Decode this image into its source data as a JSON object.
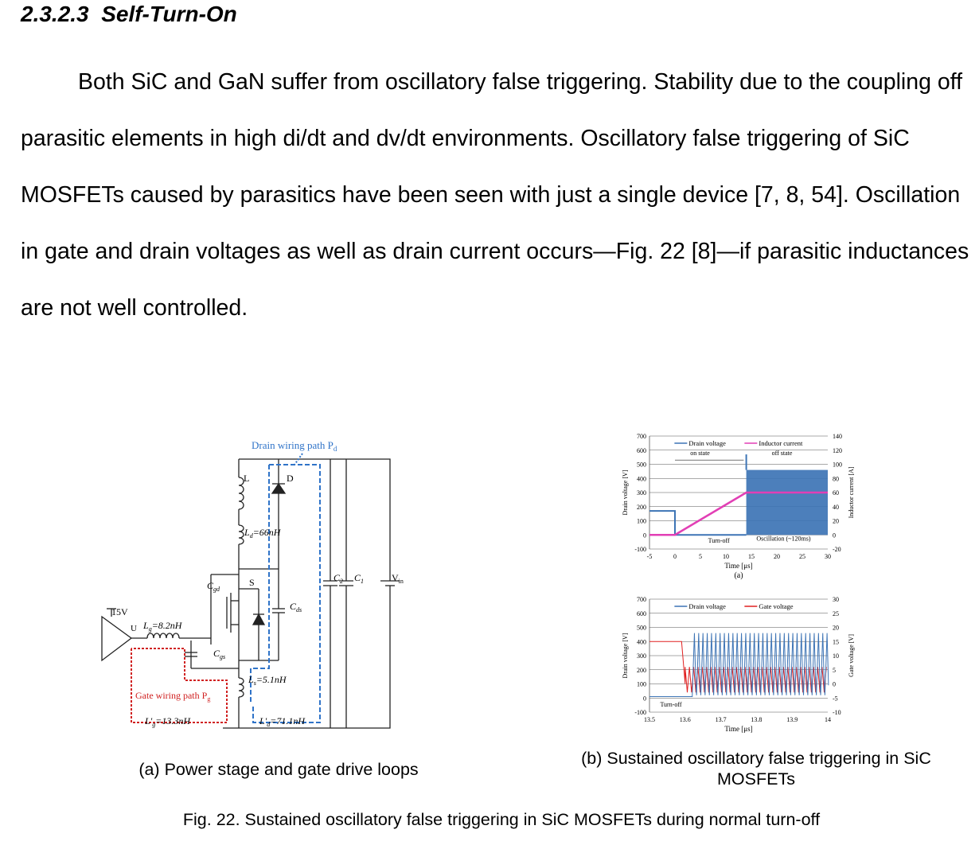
{
  "section": {
    "number": "2.3.2.3",
    "title": "Self-Turn-On"
  },
  "paragraph": "Both SiC and GaN suffer from oscillatory false triggering. Stability due to the coupling off parasitic elements in high di/dt and dv/dt environments. Oscillatory false triggering of SiC MOSFETs caused by parasitics have been seen with just a single device [7, 8, 54]. Oscillation in gate and drain voltages as well as drain current occurs—Fig. 22 [8]—if parasitic inductances are not well controlled.",
  "figure": {
    "caption": "Fig. 22.  Sustained oscillatory false triggering in SiC MOSFETs during normal turn-off",
    "subcaption_a": "(a) Power stage and gate drive loops",
    "subcaption_b": "(b) Sustained oscillatory false triggering in SiC MOSFETs"
  },
  "circuit": {
    "drain_path": "Drain wiring path P",
    "drain_path_sub": "d",
    "gate_path": "Gate wiring path P",
    "gate_path_sub": "g",
    "source_label": "15V",
    "u_label": "U",
    "lg_label": "L",
    "lg_sub": "g",
    "lg_value": "=8.2nH",
    "l_label": "L",
    "d_label": "D",
    "ld_label": "L",
    "ld_sub": "d",
    "ld_value": "=66nH",
    "cgd_label": "C",
    "cgd_sub": "gd",
    "s_label": "S",
    "cds_label": "C",
    "cds_sub": "ds",
    "cgs_label": "C",
    "cgs_sub": "gs",
    "ls_label": "L",
    "ls_sub": "s",
    "ls_value": "=5.1nH",
    "c2_label": "C",
    "c2_sub": "2",
    "c1_label": "C",
    "c1_sub": "1",
    "vin_label": "V",
    "vin_sub": "in",
    "lg2_label": "L'",
    "lg2_sub": "g",
    "lg2_value": "=13.3nH",
    "ld2_label": "L'",
    "ld2_sub": "d",
    "ld2_value": "=71.1nH"
  },
  "colors": {
    "drain_voltage": "#3d74b5",
    "inductor_current": "#e23fb5",
    "gate_voltage": "#e02020",
    "drain_path": "#2f73c8",
    "gate_path": "#d02020"
  },
  "chart_data": [
    {
      "type": "line",
      "title": "(a)",
      "xlabel": "Time [μs]",
      "ylabel": "Drain voltage [V]",
      "y2label": "Inductor current [A]",
      "xlim": [
        -5,
        30
      ],
      "ylim": [
        -100,
        700
      ],
      "y2lim": [
        -20,
        140
      ],
      "xticks": [
        -5,
        0,
        5,
        10,
        15,
        20,
        25,
        30
      ],
      "yticks": [
        -100,
        0,
        100,
        200,
        300,
        400,
        500,
        600,
        700
      ],
      "y2ticks": [
        -20,
        0,
        20,
        40,
        60,
        80,
        100,
        120,
        140
      ],
      "grid": true,
      "legend": "top",
      "series": [
        {
          "name": "Drain voltage",
          "axis": "left",
          "x": [
            -5,
            0,
            0,
            14,
            14,
            30
          ],
          "y": [
            170,
            170,
            0,
            0,
            460,
            460
          ]
        },
        {
          "name": "Inductor current",
          "axis": "right",
          "x": [
            -5,
            0,
            14,
            30
          ],
          "y": [
            0,
            0,
            60,
            60
          ]
        }
      ],
      "annotations": [
        "on state",
        "off state",
        "Turn-off",
        "Oscillation (~120ms)"
      ]
    },
    {
      "type": "line",
      "xlabel": "Time [μs]",
      "ylabel": "Drain voltage [V]",
      "y2label": "Gate voltage [V]",
      "xlim": [
        13.5,
        14
      ],
      "ylim": [
        -100,
        700
      ],
      "y2lim": [
        -10,
        30
      ],
      "xticks": [
        "13.5",
        "13.6",
        "13.7",
        "13.8",
        "13.9",
        "14"
      ],
      "yticks": [
        -100,
        0,
        100,
        200,
        300,
        400,
        500,
        600,
        700
      ],
      "y2ticks": [
        -10,
        -5,
        0,
        5,
        10,
        15,
        20,
        25,
        30
      ],
      "grid": true,
      "legend": "top",
      "series": [
        {
          "name": "Drain voltage",
          "axis": "left",
          "x": [
            13.5,
            13.58,
            13.6,
            13.62,
            14
          ],
          "y": [
            10,
            10,
            10,
            10,
            10
          ]
        },
        {
          "name": "Gate voltage",
          "axis": "right",
          "x": [
            13.5,
            13.59,
            13.6,
            14
          ],
          "y": [
            15,
            15,
            0,
            0
          ]
        }
      ],
      "annotations": [
        "Turn-off"
      ]
    }
  ]
}
